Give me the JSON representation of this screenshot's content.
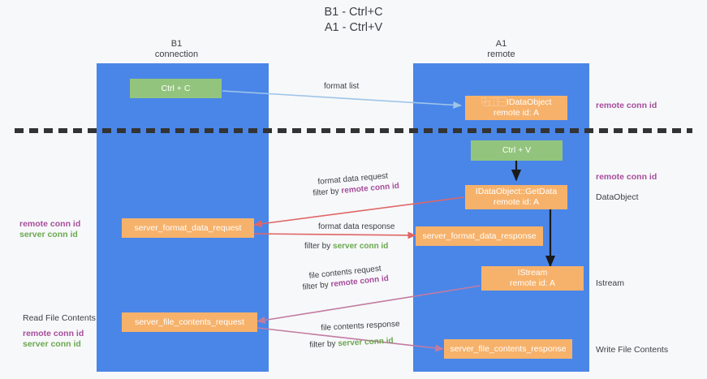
{
  "title": "B1 - Ctrl+C\nA1 - Ctrl+V",
  "columns": [
    {
      "name": "b1",
      "label": "B1\nconnection"
    },
    {
      "name": "a1",
      "label": "A1\nremote"
    }
  ],
  "nodes": {
    "ctrl_c": "Ctrl + C",
    "ctrl_v": "Ctrl + V",
    "idataobject": "⿻⿰⿱IDataObject\nremote id: A",
    "getdata": "IDataObject::GetData\nremote id: A",
    "istream": "IStream\nremote id: A",
    "server_format_data_request": "server_format_data_request",
    "server_format_data_response": "server_format_data_response",
    "server_file_contents_request": "server_file_contents_request",
    "server_file_contents_response": "server_file_contents_response"
  },
  "edges": {
    "format_list": "format list",
    "format_data_request": "format data request",
    "format_data_request_filter_prefix": "filter by ",
    "format_data_request_filter_id": "remote conn id",
    "format_data_response": "format data response",
    "format_data_response_filter_prefix": "filter by ",
    "format_data_response_filter_id": "server conn id",
    "file_contents_request": "file contents request",
    "file_contents_request_filter_prefix": "filter by ",
    "file_contents_request_filter_id": "remote conn id",
    "file_contents_response": "file contents response",
    "file_contents_response_filter_prefix": "filter by ",
    "file_contents_response_filter_id": "server conn id"
  },
  "annotations": {
    "right_remote_conn_id_top": "remote conn id",
    "right_remote_conn_id_mid": "remote conn id",
    "right_dataobject": "DataObject",
    "right_istream": "Istream",
    "right_write_file_contents": "Write File Contents",
    "left_remote_conn_id_top": "remote conn id",
    "left_server_conn_id_top": "server conn id",
    "left_read_file_contents": "Read File Contents",
    "left_remote_conn_id_bottom": "remote conn id",
    "left_server_conn_id_bottom": "server conn id"
  },
  "colors": {
    "lane": "#4a86e8",
    "node_orange": "#f6b26b",
    "node_green": "#93c47d",
    "accent_purple": "#a64d9a",
    "accent_green": "#6aa84f",
    "arrow_red": "#e06666",
    "arrow_blue": "#9fc5e8",
    "arrow_magenta": "#c27ba0",
    "divider": "#333333",
    "background": "#f7f8fa"
  }
}
